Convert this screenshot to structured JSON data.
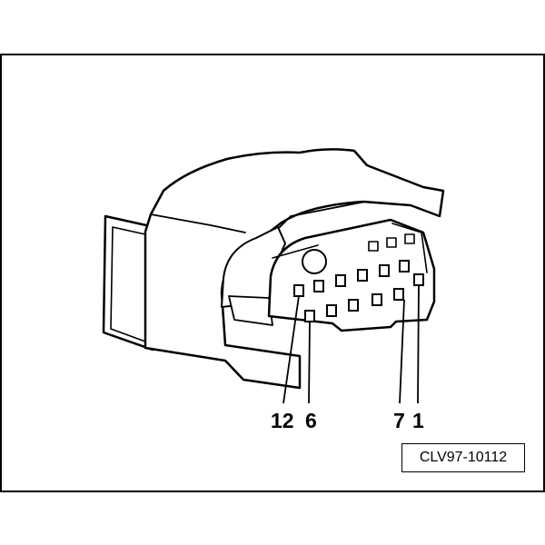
{
  "diagram": {
    "pin_labels": {
      "pin_12": "12",
      "pin_6": "6",
      "pin_7": "7",
      "pin_1": "1"
    },
    "reference_code": "CLV97-10112",
    "colors": {
      "line": "#000000",
      "background": "#ffffff"
    }
  }
}
